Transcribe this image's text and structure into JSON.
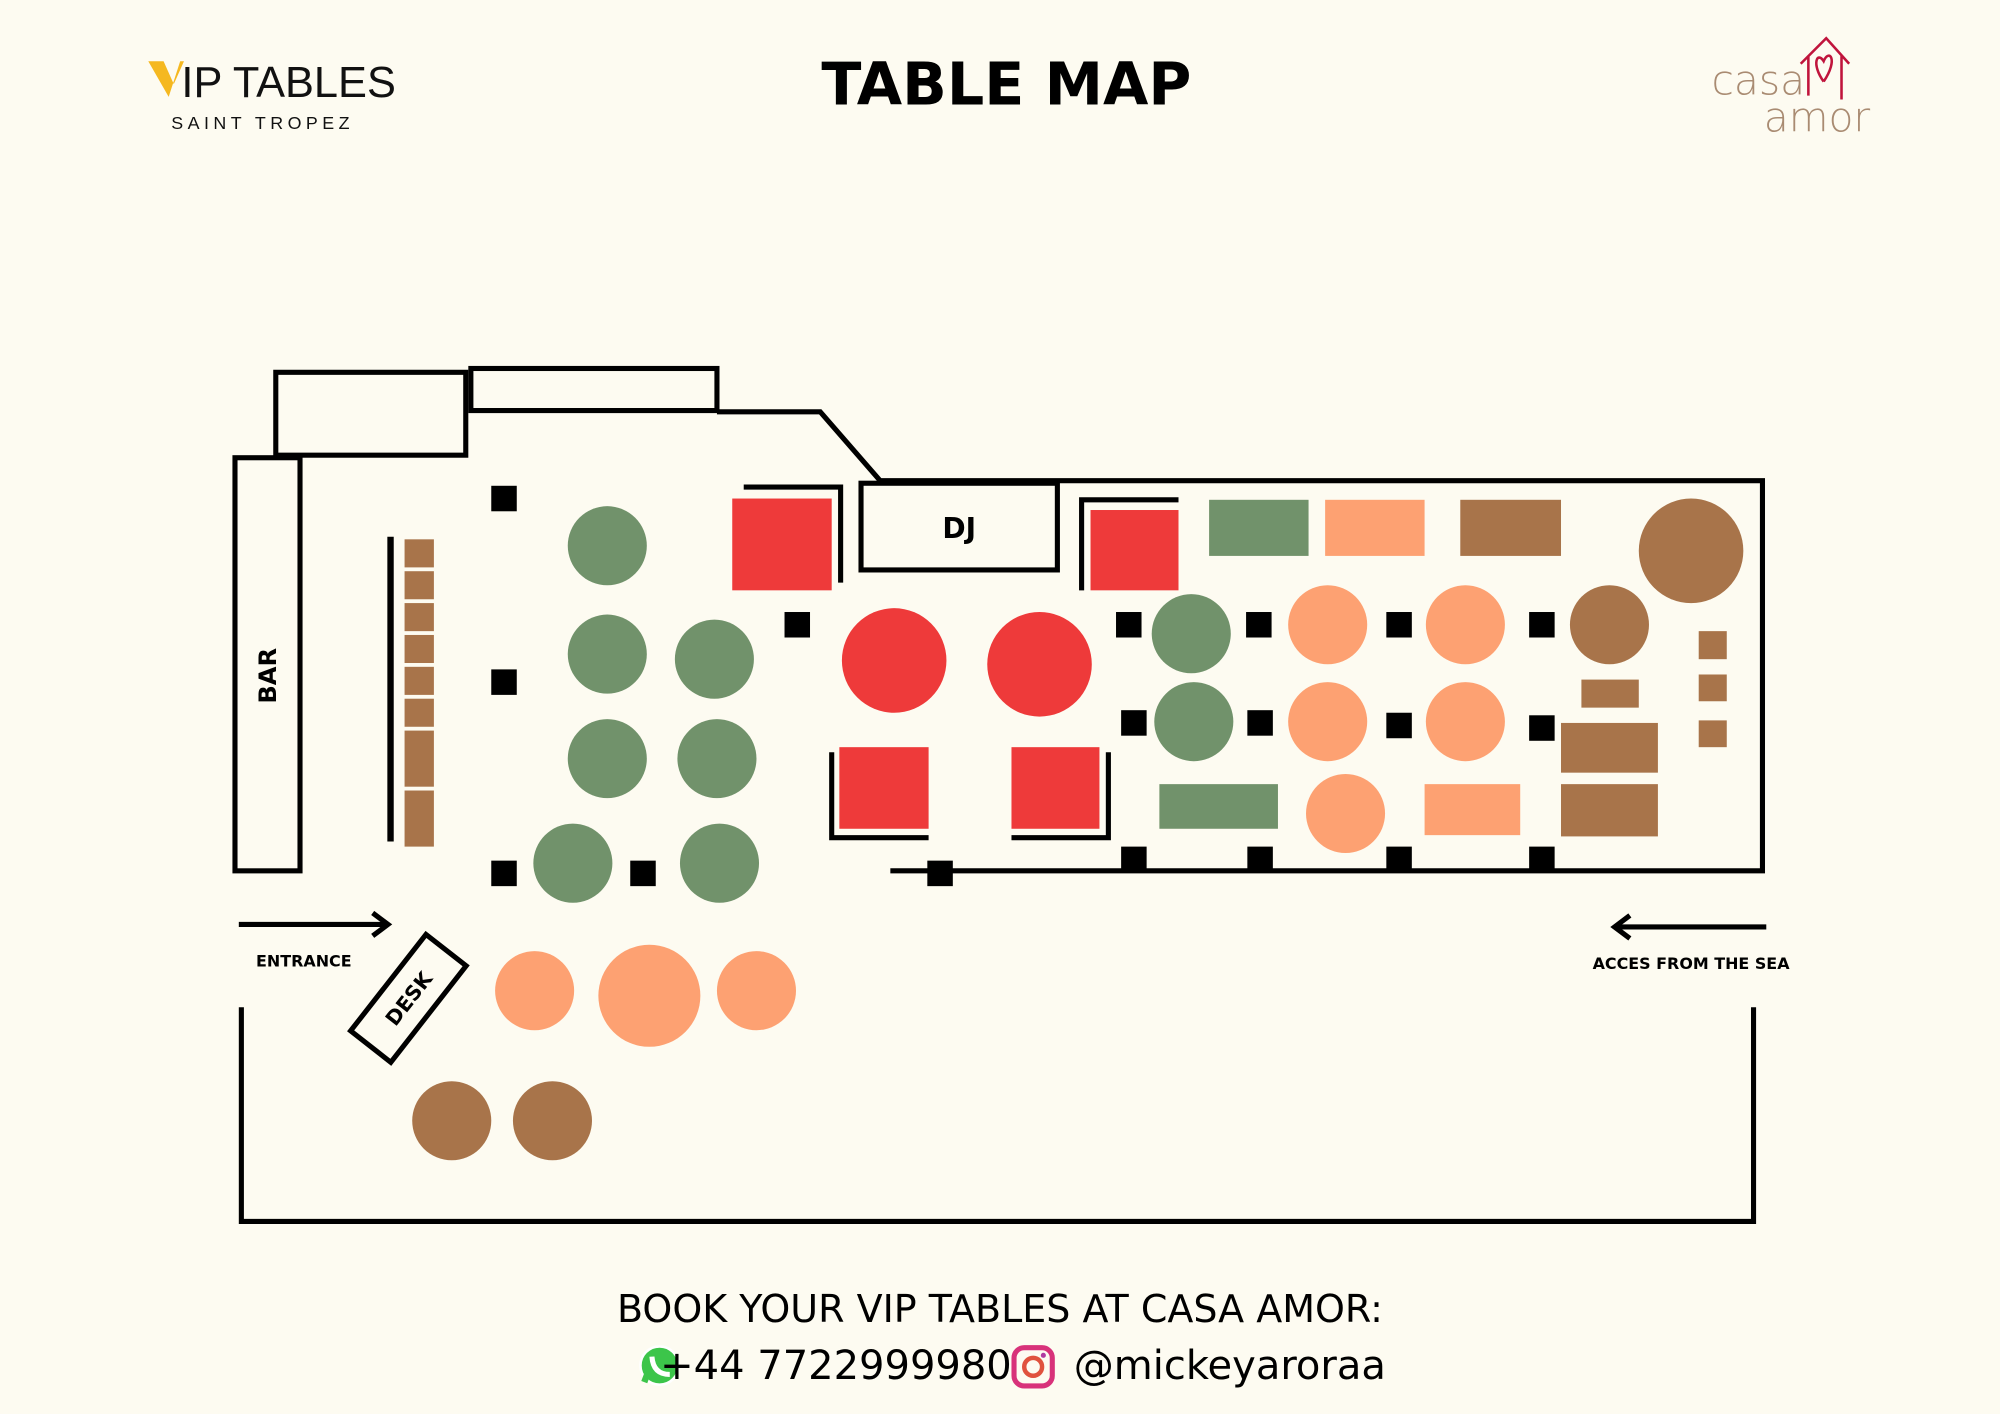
{
  "header": {
    "title": "TABLE MAP",
    "left_logo": {
      "main": "IP TABLES",
      "sub": "SAINT TROPEZ"
    },
    "right_logo": {
      "line1": "casa",
      "line2": "amor"
    }
  },
  "map_labels": {
    "bar": "BAR",
    "dj": "DJ",
    "desk": "DESK",
    "entrance": "ENTRANCE",
    "sea_access": "ACCES FROM THE SEA"
  },
  "colors": {
    "background": "#fdfbf1",
    "green": "#71926b",
    "salmon": "#fda172",
    "brown": "#a8744a",
    "red": "#ee3a3a",
    "logo_yellow": "#f5b820",
    "logo_brown": "#a98b72",
    "logo_red": "#c0143c"
  },
  "footer": {
    "headline": "BOOK YOUR VIP TABLES AT CASA AMOR:",
    "phone": "+44 7722999980",
    "instagram": "@mickeyaroraa",
    "phone_icon": "whatsapp-icon",
    "instagram_icon": "instagram-icon"
  }
}
